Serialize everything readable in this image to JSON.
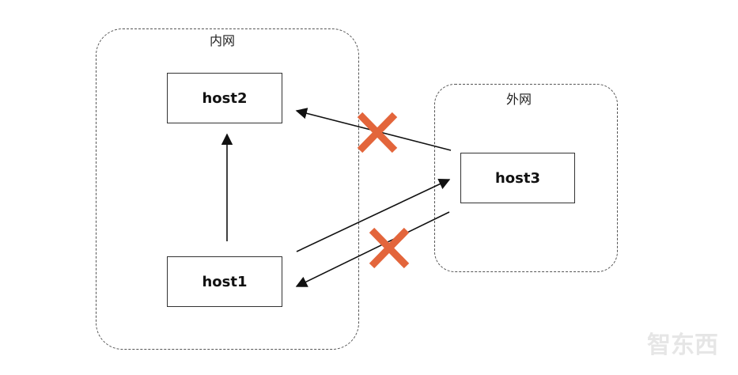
{
  "zones": {
    "inner": {
      "label": "内网"
    },
    "outer": {
      "label": "外网"
    }
  },
  "hosts": {
    "host1": "host1",
    "host2": "host2",
    "host3": "host3"
  },
  "connections": [
    {
      "from": "host1",
      "to": "host2",
      "blocked": false
    },
    {
      "from": "host3",
      "to": "host2",
      "blocked": true
    },
    {
      "from": "host1",
      "to": "host3",
      "blocked": false
    },
    {
      "from": "host3",
      "to": "host1",
      "blocked": true
    }
  ],
  "colors": {
    "blocked_mark": "#e3653b",
    "line": "#111111"
  },
  "watermark": {
    "text": "智东西"
  }
}
